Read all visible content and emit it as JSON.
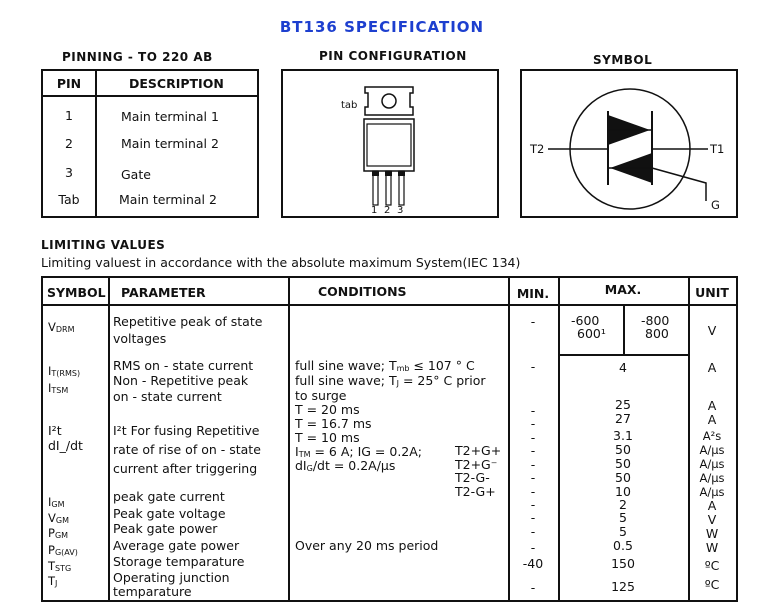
{
  "title": "BT136 SPECIFICATION",
  "pinning": {
    "caption": "PINNING - TO 220 AB",
    "head_pin": "PIN",
    "head_desc": "DESCRIPTION",
    "rows": [
      {
        "pin": "1",
        "desc": "Main terminal 1"
      },
      {
        "pin": "2",
        "desc": "Main terminal 2"
      },
      {
        "pin": "3",
        "desc": "Gate"
      },
      {
        "pin": "Tab",
        "desc": "Main terminal 2"
      }
    ]
  },
  "pin_config": {
    "caption": "PIN CONFIGURATION",
    "tab_label": "tab",
    "pins": [
      "1",
      "2",
      "3"
    ]
  },
  "symbol": {
    "caption": "SYMBOL",
    "t2": "T2",
    "t1": "T1",
    "g": "G"
  },
  "limiting": {
    "heading": "LIMITING VALUES",
    "subtitle": "Limiting valuest in accordance with the absolute maximum System(IEC 134)",
    "headers": {
      "symbol": "SYMBOL",
      "parameter": "PARAMETER",
      "conditions": "CONDITIONS",
      "min": "MIN.",
      "max": "MAX.",
      "unit": "UNIT"
    },
    "vdrm": {
      "sym_main": "V",
      "sym_sub": "DRM",
      "param1": "Repetitive peak of state",
      "param2": "voltages",
      "min": "-",
      "max_a1": "-600",
      "max_a2": "600¹",
      "max_b1": "-800",
      "max_b2": "800",
      "unit": "V"
    },
    "itrms": {
      "sym_main": "I",
      "sym_sub": "T(RMS)",
      "param": "RMS on - state current",
      "cond_pre": "full sine wave; T",
      "cond_sub": "mb",
      "cond_post": " ≤ 107 ° C",
      "min": "-",
      "max": "4",
      "unit": "A"
    },
    "itsm": {
      "sym_main": "I",
      "sym_sub": "TSM",
      "param1": "Non - Repetitive peak",
      "param2": "on - state current",
      "cond1_pre": "full sine wave; T",
      "cond1_sub": "J",
      "cond1_post": " = 25° C prior",
      "cond2": "to surge",
      "conds": [
        "T = 20 ms",
        "T = 16.7 ms"
      ],
      "mins": [
        "-",
        "-"
      ],
      "maxs": [
        "25",
        "27"
      ],
      "units": [
        "A",
        "A"
      ]
    },
    "i2t": {
      "sym": "I²t",
      "param": "I²t For fusing Repetitive",
      "cond": "T = 10 ms",
      "min": "-",
      "max": "3.1",
      "unit": "A²s"
    },
    "didt": {
      "sym": "dI_/dt",
      "param1": "rate of rise of on - state",
      "param2": "current after triggering",
      "cond1_pre": "I",
      "cond1_sub": "TM",
      "cond1_post": " = 6 A; IG = 0.2A;",
      "cond2": "dI",
      "cond2_sub": "G",
      "cond2_post": "/dt = 0.2A/µs",
      "quadrants": [
        "T2+G+",
        "T2+G⁻",
        "T2-G-",
        "T2-G+"
      ],
      "mins": [
        "-",
        "-",
        "-",
        "-"
      ],
      "maxs": [
        "50",
        "50",
        "50",
        "10"
      ],
      "units": [
        "A/µs",
        "A/µs",
        "A/µs",
        "A/µs"
      ]
    },
    "igm": {
      "sym_main": "I",
      "sym_sub": "GM",
      "param": "peak gate current",
      "min": "-",
      "max": "2",
      "unit": "A"
    },
    "vgm": {
      "sym_main": "V",
      "sym_sub": "GM",
      "param": "Peak gate voltage",
      "min": "-",
      "max": "5",
      "unit": "V"
    },
    "pgm": {
      "sym_main": "P",
      "sym_sub": "GM",
      "param": "Peak gate power",
      "min": "-",
      "max": "5",
      "unit": "W"
    },
    "pgav": {
      "sym_main": "P",
      "sym_sub": "G(AV)",
      "param": "Average gate power",
      "cond": "Over any 20 ms period",
      "min": "-",
      "max": "0.5",
      "unit": "W"
    },
    "tstg": {
      "sym_main": "T",
      "sym_sub": "STG",
      "param": "Storage temparature",
      "min": "-40",
      "max": "150",
      "unit": "ºC"
    },
    "tj": {
      "sym_main": "T",
      "sym_sub": "J",
      "param1": "Operating junction",
      "param2": "temparature",
      "min": "-",
      "max": "125",
      "unit": "ºC"
    }
  }
}
